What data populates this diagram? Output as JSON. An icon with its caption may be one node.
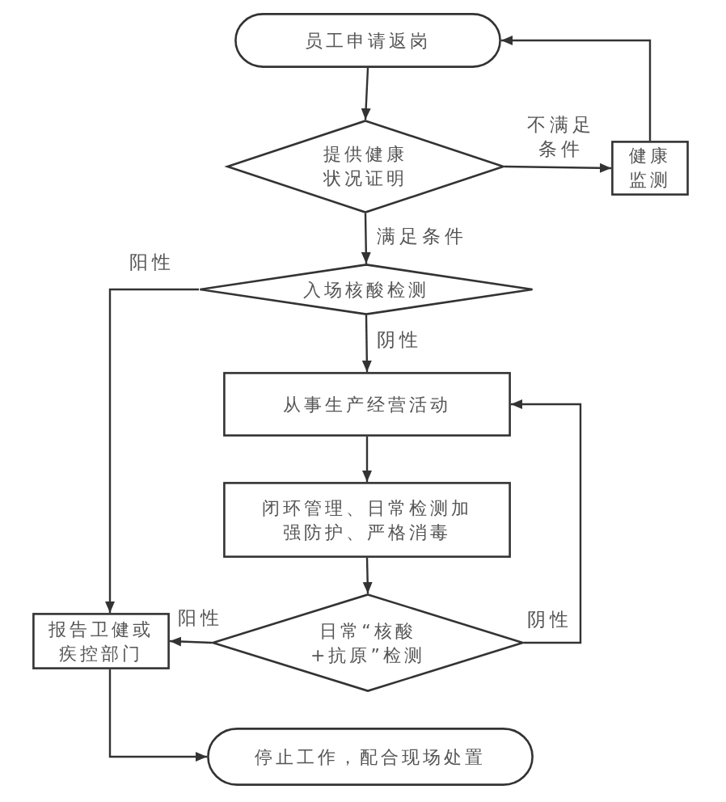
{
  "diagram": {
    "nodes": [
      {
        "text": [
          "员工申请返岗"
        ]
      },
      {
        "text": [
          "提供健康状况证明"
        ]
      },
      {
        "text": [
          "健康监测"
        ]
      },
      {
        "text": [
          "入场核酸检测"
        ]
      },
      {
        "text": [
          "从事生产经营活动"
        ]
      },
      {
        "text": [
          "闭环管理、日常检测加强防护、严格消毒"
        ]
      },
      {
        "text": [
          "日常“核酸+抗原”检测"
        ]
      },
      {
        "text": [
          "报告卫健或疾控部门"
        ]
      },
      {
        "text": [
          "停止工作，配合现场处置"
        ]
      }
    ],
    "edges": [
      {
        "from": 0,
        "to": 1,
        "arrow": "to"
      },
      {
        "from": 1,
        "to": 2,
        "arrow": "to",
        "label": "不满足条件"
      },
      {
        "from": 2,
        "to": 0,
        "arrow": "to"
      },
      {
        "from": 1,
        "to": 3,
        "arrow": "to",
        "label": "满足条件"
      },
      {
        "from": 3,
        "to": 4,
        "arrow": "to",
        "label": "阴性"
      },
      {
        "from": 3,
        "to": 7,
        "arrow": "to",
        "label": "阳性"
      },
      {
        "from": 4,
        "to": 5,
        "arrow": "to"
      },
      {
        "from": 5,
        "to": 6,
        "arrow": "to"
      },
      {
        "from": 6,
        "to": 7,
        "arrow": "to",
        "label": "阳性"
      },
      {
        "from": 6,
        "to": 4,
        "arrow": "to",
        "label": "阴性"
      },
      {
        "from": 7,
        "to": 8,
        "arrow": "to"
      }
    ]
  }
}
